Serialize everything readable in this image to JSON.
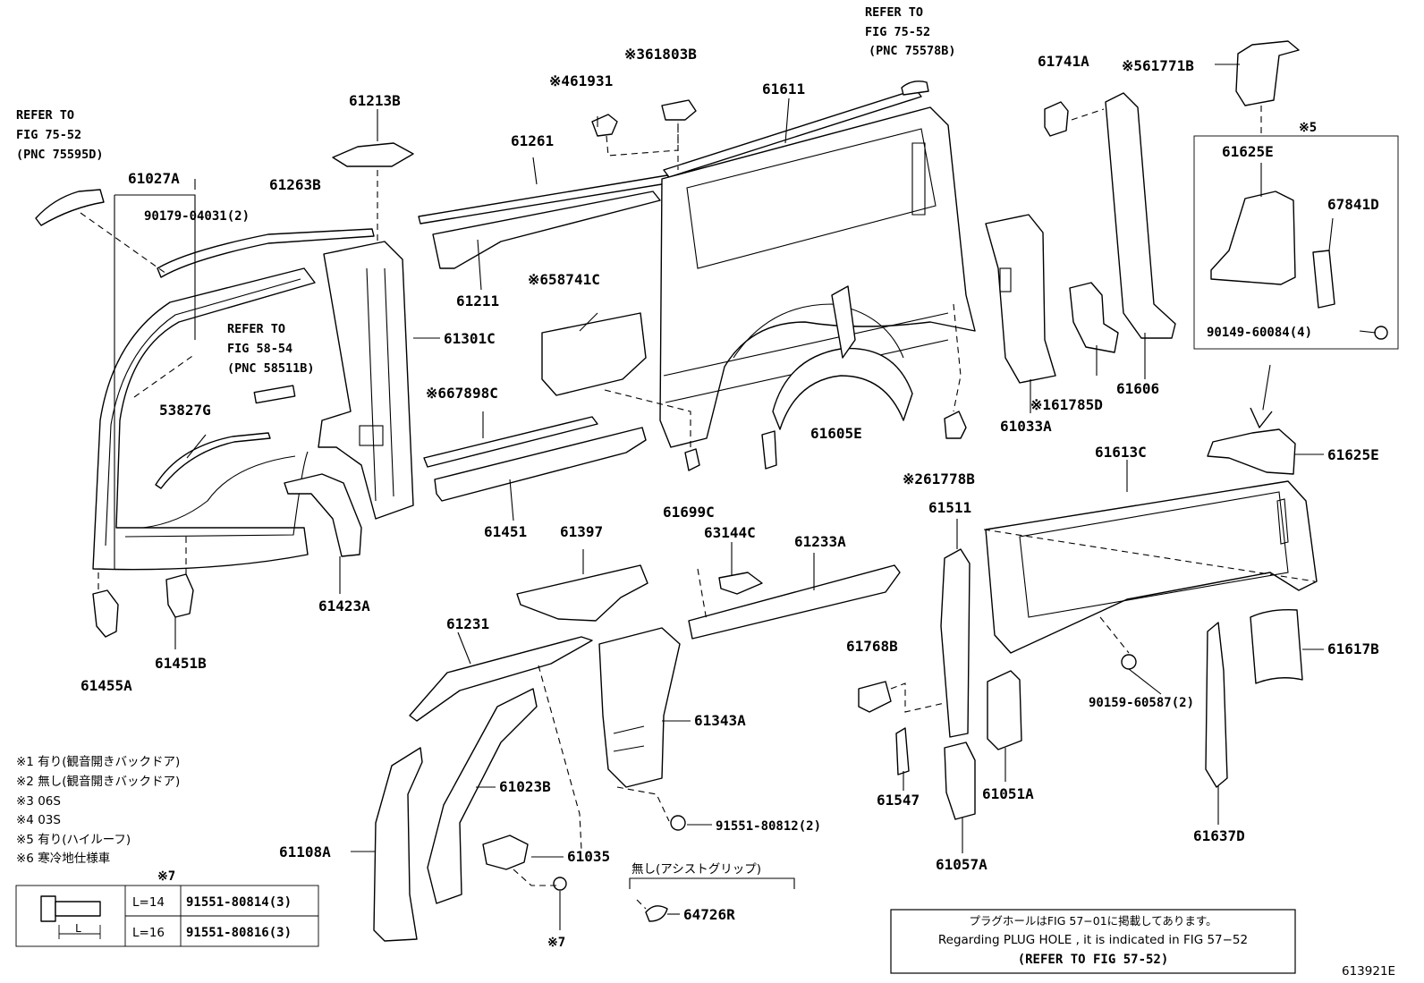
{
  "labels": {
    "p61027A": "61027A",
    "p90179": "90179-04031(2)",
    "p61263B": "61263B",
    "p61213B": "61213B",
    "p61261": "61261",
    "p61931": "※461931",
    "p61803B": "※361803B",
    "p61611": "61611",
    "p61211": "61211",
    "p58741C": "※658741C",
    "p61301C": "61301C",
    "p53827G": "53827G",
    "p67898C": "※667898C",
    "p61451": "61451",
    "p61699C": "61699C",
    "p61605E": "61605E",
    "p61033A": "61033A",
    "p61741A": "61741A",
    "p61771B": "※561771B",
    "p61606": "61606",
    "p61785D": "※161785D",
    "p61778B": "※261778B",
    "p61511": "61511",
    "p61613C": "61613C",
    "p61625E_top": "61625E",
    "p67841D": "67841D",
    "p90149": "90149-60084(4)",
    "p61625E": "61625E",
    "p61617B": "61617B",
    "p90159": "90159-60587(2)",
    "p61637D": "61637D",
    "p61768B": "61768B",
    "p61547": "61547",
    "p61051A": "61051A",
    "p61057A": "61057A",
    "p61423A": "61423A",
    "p61455A": "61455A",
    "p61451B": "61451B",
    "p61397": "61397",
    "p63144C": "63144C",
    "p61233A": "61233A",
    "p61231": "61231",
    "p61343A": "61343A",
    "p61023B": "61023B",
    "p61108A": "61108A",
    "p61035": "61035",
    "p91551_80812": "91551-80812(2)",
    "p64726R": "64726R",
    "mark7": "※7",
    "mark5_box": "※5"
  },
  "refs": {
    "ref1": [
      "REFER TO",
      "FIG 75-52",
      "(PNC 75595D)"
    ],
    "ref2": [
      "REFER TO",
      "FIG 58-54",
      "(PNC 58511B)"
    ],
    "ref3": [
      "REFER TO",
      "FIG 75-52",
      "(PNC 75578B)"
    ]
  },
  "legend": [
    "※1 有り(観音開きバックドア)",
    "※2 無し(観音開きバックドア)",
    "※3 06S",
    "※4 03S",
    "※5 有り(ハイルーフ)",
    "※6 寒冷地仕様車"
  ],
  "bolt_table": {
    "mark": "※7",
    "dim_label": "L",
    "rows": [
      {
        "length": "L=14",
        "part": "91551-80814(3)"
      },
      {
        "length": "L=16",
        "part": "91551-80816(3)"
      }
    ]
  },
  "assist_grip_note": "無し(アシストグリップ)",
  "note_box": {
    "line1": "プラグホールはFIG 57−01に掲載してあります。",
    "line2": "Regarding  PLUG HOLE , it is indicated in FIG  57−52",
    "line3": "(REFER TO FIG 57-52)"
  },
  "figure_id": "613921E"
}
